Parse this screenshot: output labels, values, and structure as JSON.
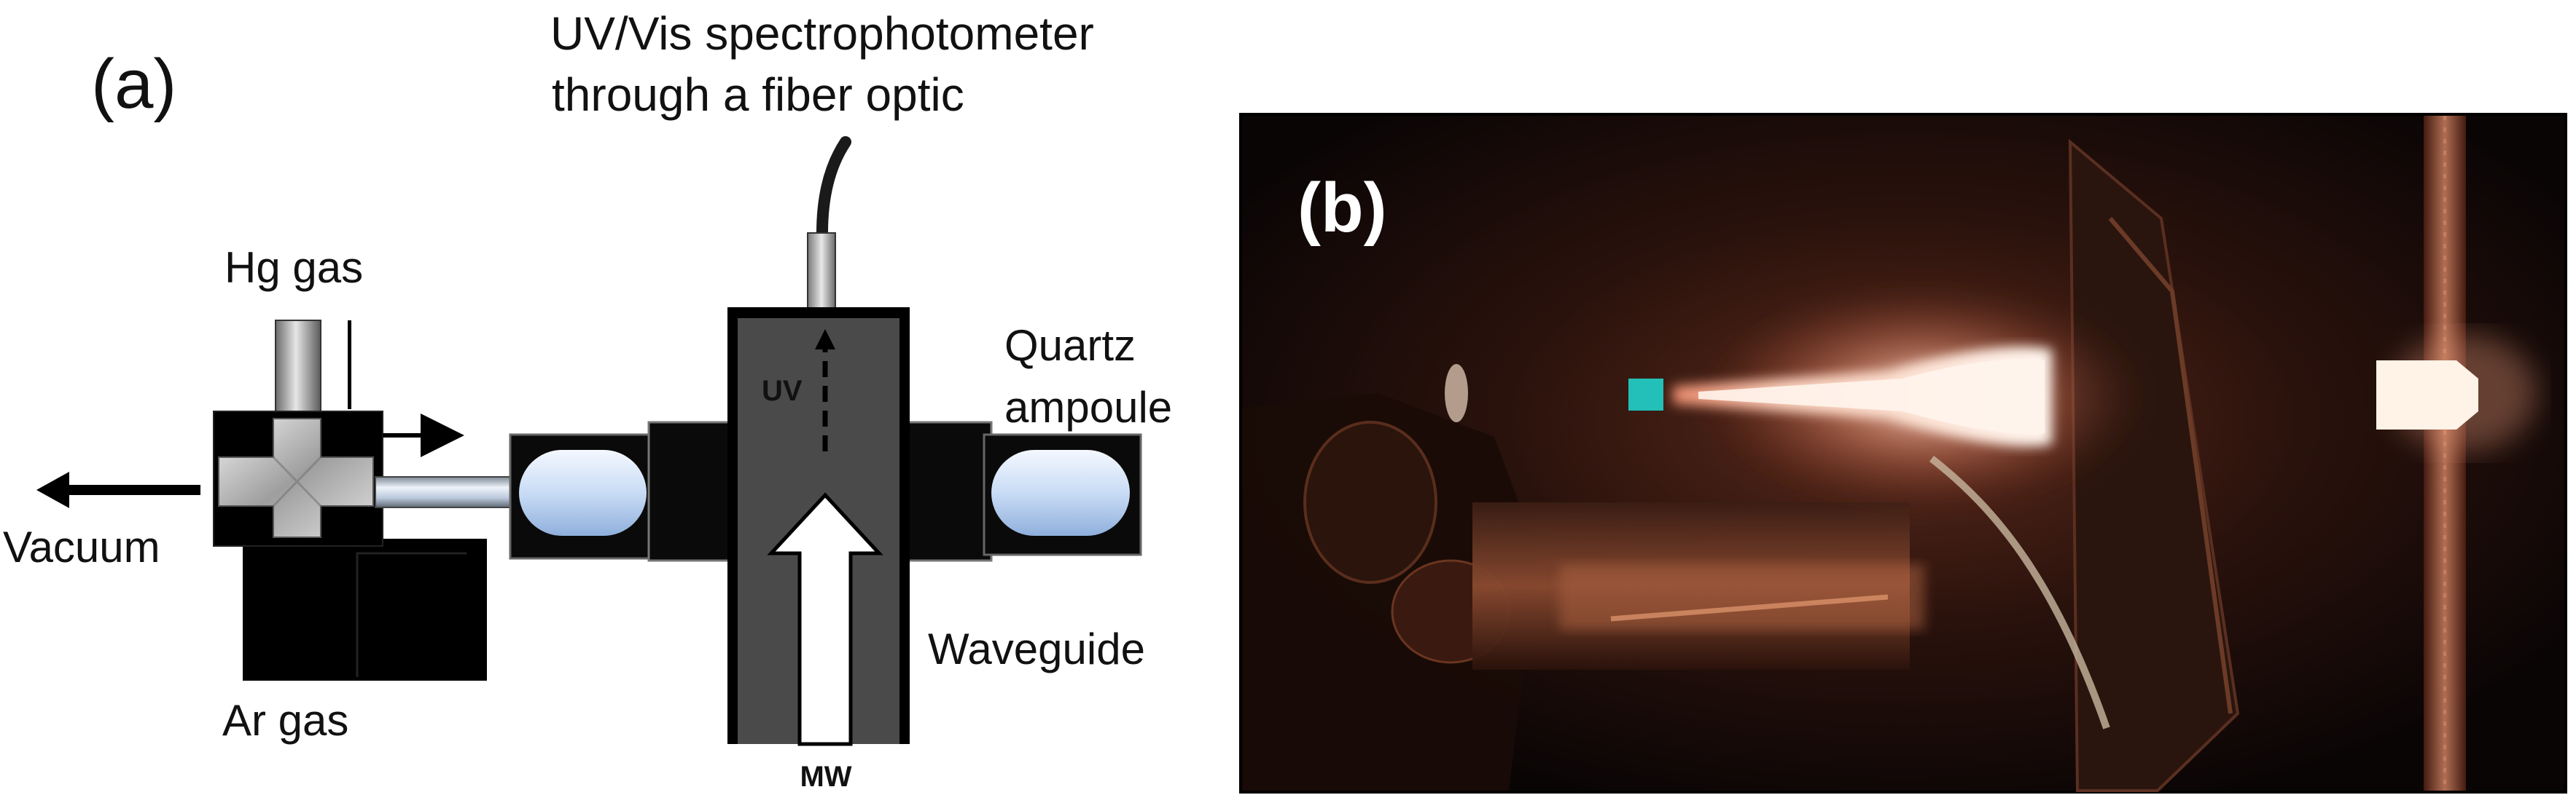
{
  "panel_a": {
    "label": "(a)",
    "spectrometer_line1": "UV/Vis spectrophotometer",
    "spectrometer_line2": "through a fiber optic",
    "hg_gas": "Hg gas",
    "quartz_line1": "Quartz",
    "quartz_line2": "ampoule",
    "vacuum": "Vacuum",
    "uv": "UV",
    "waveguide": "Waveguide",
    "ar_gas": "Ar gas",
    "mw": "MW"
  },
  "panel_b": {
    "label": "(b)"
  },
  "colors": {
    "waveguide_body": "#4a4a4a",
    "clamp_block": "#0a0a0a",
    "ampoule_glow": "#c9dcf5",
    "plasma_core": "#fff6ef",
    "photo_background": "#0d0707"
  }
}
